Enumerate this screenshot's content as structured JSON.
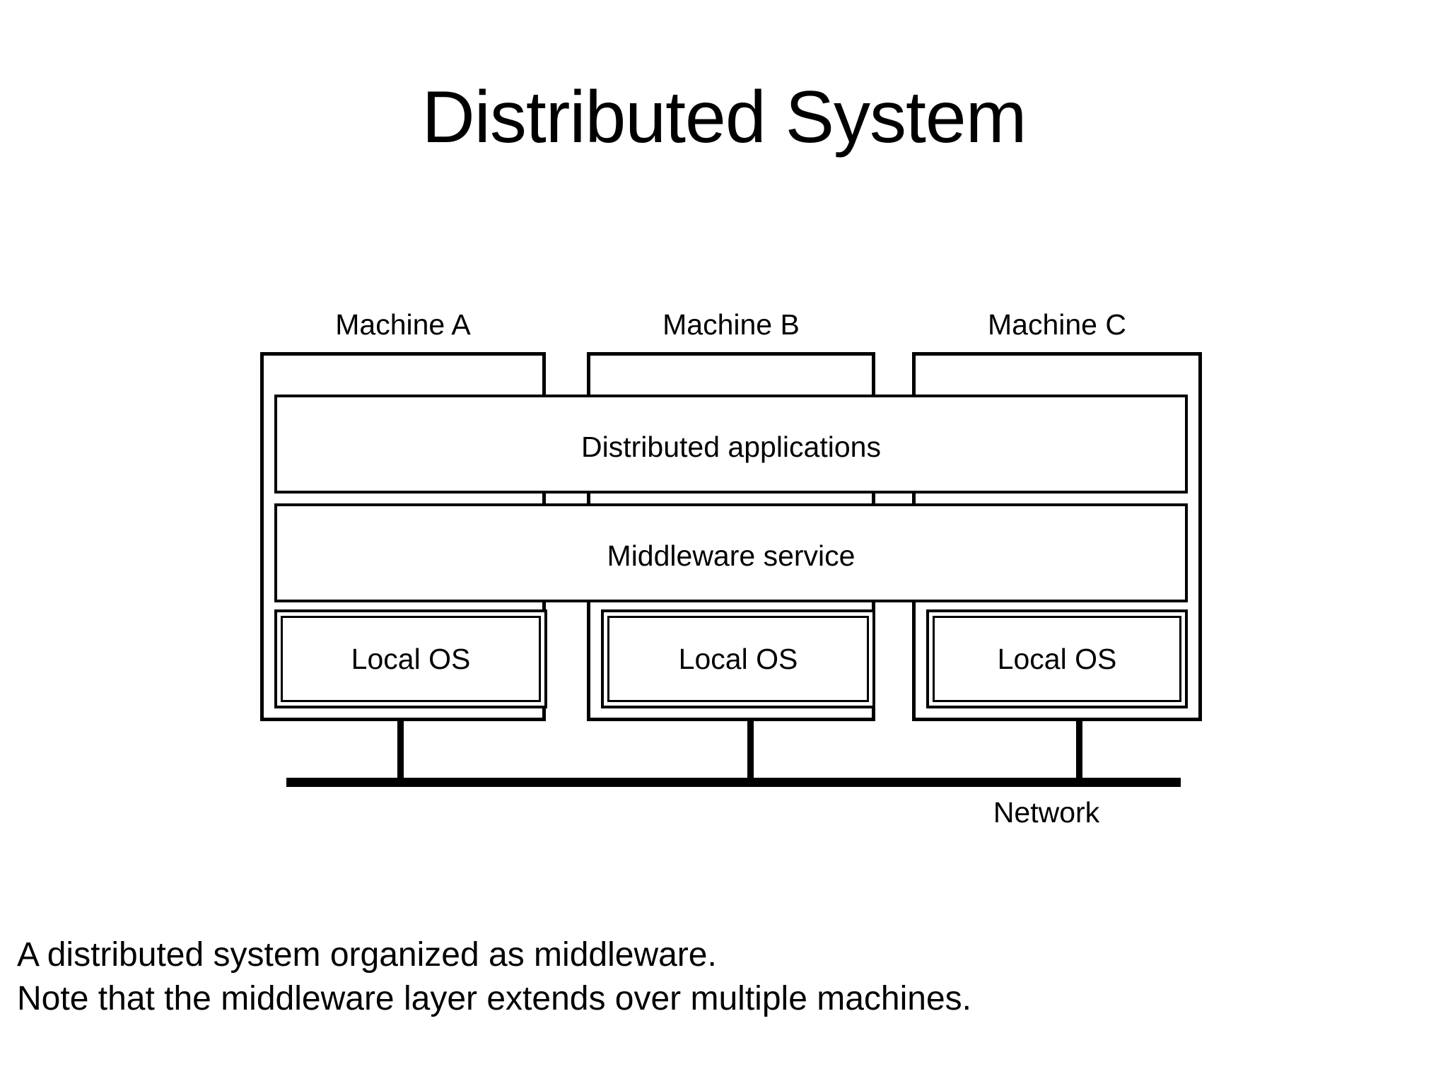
{
  "slide": {
    "title": "Distributed System",
    "background_color": "#ffffff",
    "line_color": "#000000",
    "text_color": "#000000"
  },
  "diagram": {
    "machines": [
      {
        "label": "Machine A",
        "local_os": "Local OS"
      },
      {
        "label": "Machine B",
        "local_os": "Local OS"
      },
      {
        "label": "Machine C",
        "local_os": "Local OS"
      }
    ],
    "bands": [
      {
        "label": "Distributed applications"
      },
      {
        "label": "Middleware service"
      }
    ],
    "network": {
      "label": "Network"
    }
  },
  "caption": {
    "line1": "A distributed system organized as middleware.",
    "line2": "Note that the middleware layer extends over multiple machines."
  }
}
